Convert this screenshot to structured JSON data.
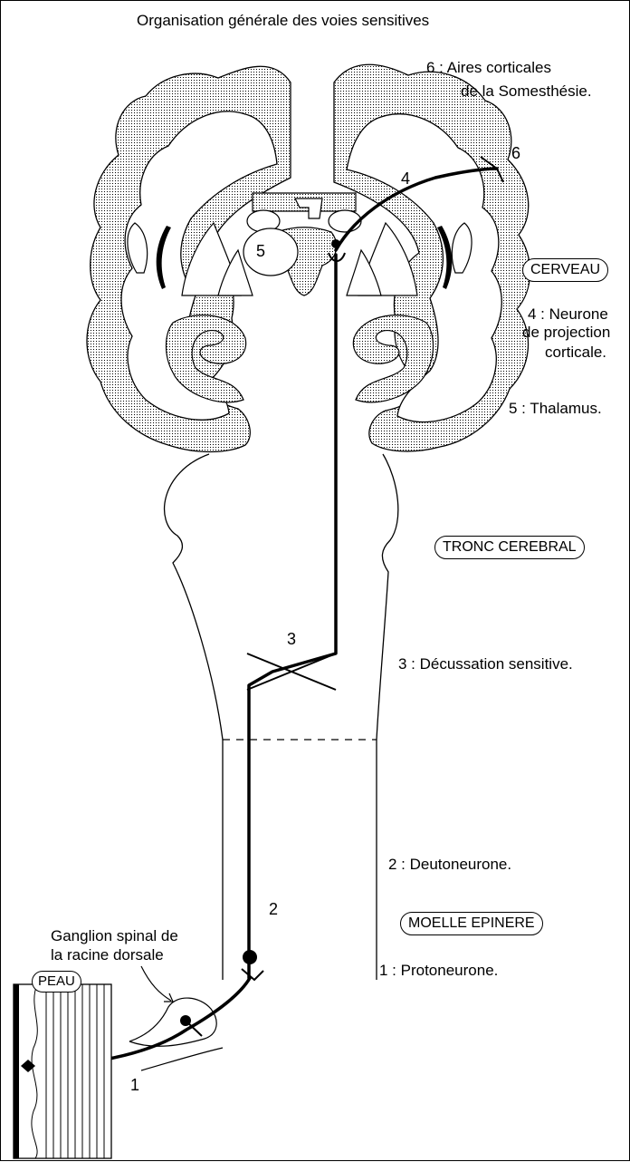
{
  "title": "Organisation générale des voies sensitives",
  "legend": {
    "aires_l1": "6 : Aires corticales",
    "aires_l2": "de la Somesthésie.",
    "neurone_l1": "4 : Neurone",
    "neurone_l2": "de projection",
    "neurone_l3": "corticale.",
    "thalamus": "5 : Thalamus.",
    "decussation": "3 : Décussation sensitive.",
    "deutoneurone": "2 : Deutoneurone.",
    "protoneurone": "1 : Protoneurone."
  },
  "regions": {
    "cerveau": "CERVEAU",
    "tronc": "TRONC CEREBRAL",
    "moelle": "MOELLE EPINERE",
    "peau": "PEAU"
  },
  "ganglion_l1": "Ganglion spinal de",
  "ganglion_l2": "la racine dorsale",
  "numbers": {
    "n1": "1",
    "n2": "2",
    "n3": "3",
    "n4": "4",
    "n5": "5",
    "n6": "6"
  },
  "colors": {
    "cortex_fill": "#b4b4b4",
    "line": "#000000"
  }
}
